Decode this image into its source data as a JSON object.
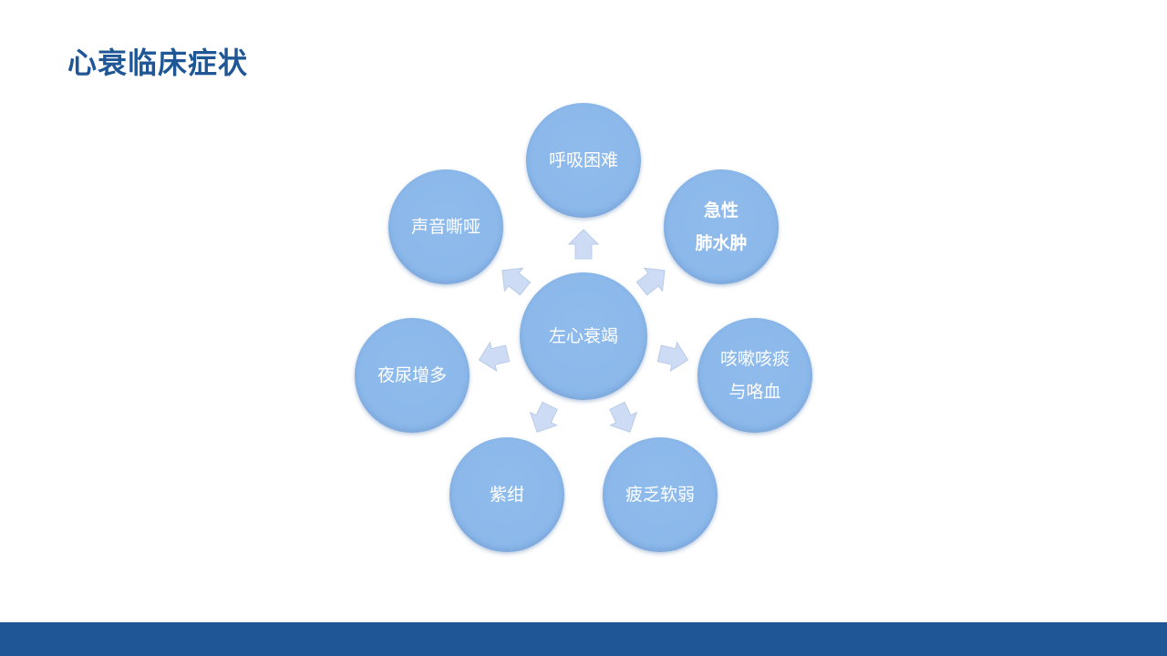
{
  "title": "心衰临床症状",
  "center": "左心衰竭",
  "nodes": [
    {
      "lines": [
        "呼吸困难"
      ]
    },
    {
      "lines": [
        "急性",
        "肺水肿"
      ]
    },
    {
      "lines": [
        "咳嗽咳痰",
        "与咯血"
      ]
    },
    {
      "lines": [
        "疲乏软弱"
      ]
    },
    {
      "lines": [
        "紫绀"
      ]
    },
    {
      "lines": [
        "夜尿增多"
      ]
    },
    {
      "lines": [
        "声音嘶哑"
      ]
    }
  ],
  "colors": {
    "accent": "#1f5796",
    "node": "#8bb8ea",
    "arrow": "#cddcf4"
  }
}
